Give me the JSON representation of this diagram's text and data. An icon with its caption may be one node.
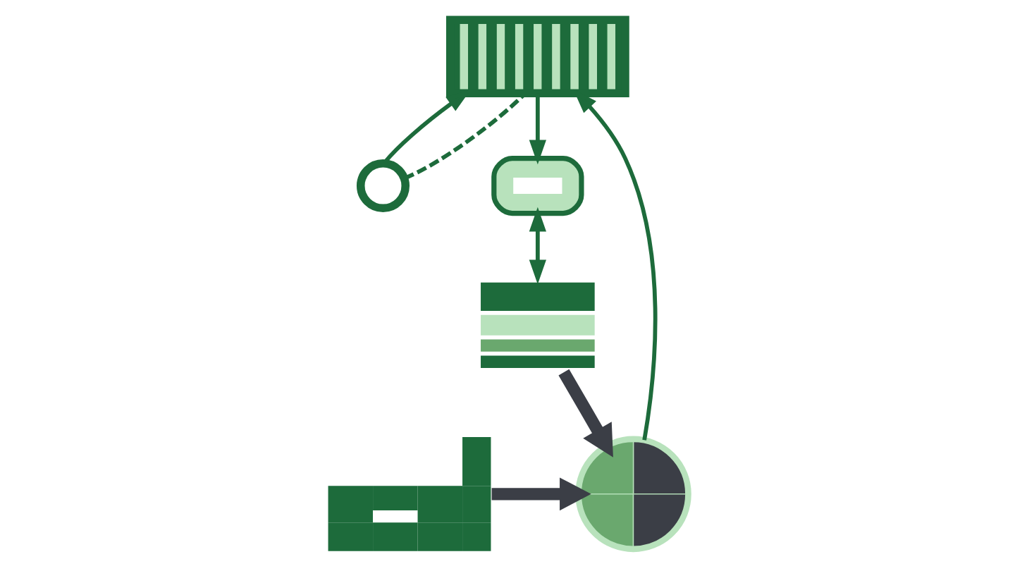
{
  "diagram": {
    "nodes": [
      {
        "text": [],
        "shape": "picture"
      },
      {
        "text": [],
        "shape": "circle"
      },
      {
        "text": [],
        "shape": "box"
      },
      {
        "text": [],
        "shape": "picture"
      },
      {
        "text": [],
        "shape": "ring"
      },
      {
        "text": [],
        "shape": "picture"
      }
    ],
    "edges": [
      {
        "from": 1,
        "to": 0,
        "arrow": "to"
      },
      {
        "from": 1,
        "to": 0,
        "arrow": "none",
        "style": "dashed"
      },
      {
        "from": 0,
        "to": 2,
        "arrow": "to"
      },
      {
        "from": 2,
        "to": 5,
        "arrow": "both"
      },
      {
        "from": 4,
        "to": 0,
        "arrow": "to"
      },
      {
        "from": 3,
        "to": 4,
        "arrow": "to",
        "style": "thick",
        "color": "#3b3e46"
      },
      {
        "from": 5,
        "to": 4,
        "arrow": "to",
        "style": "thick",
        "color": "#3b3e46"
      }
    ]
  }
}
